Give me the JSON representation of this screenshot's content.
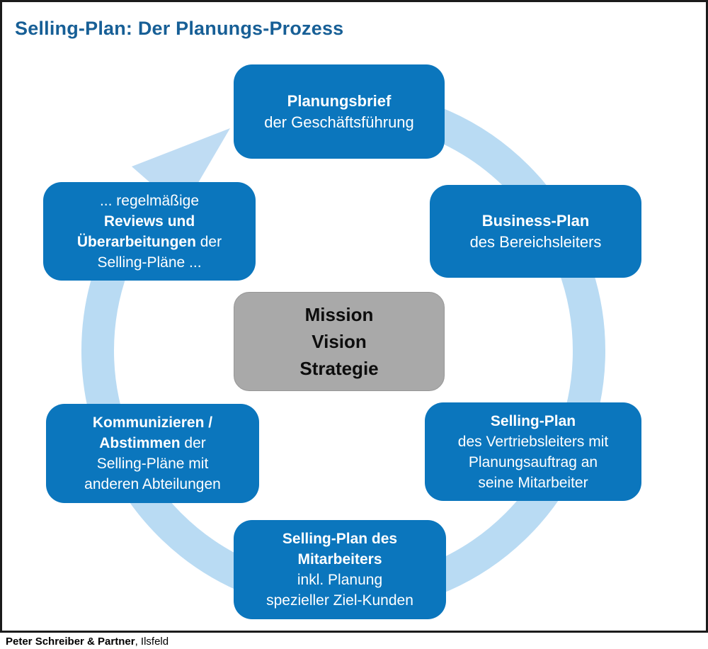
{
  "title": "Selling-Plan: Der Planungs-Prozess",
  "center_box": {
    "line1": "Mission",
    "line2": "Vision",
    "line3": "Strategie"
  },
  "boxes": {
    "planungsbrief": {
      "line1_bold": "Planungsbrief",
      "line2": "der Geschäftsführung"
    },
    "business_plan": {
      "line1_bold": "Business-Plan",
      "line2": "des Bereichsleiters"
    },
    "selling_plan_vertriebsleiter": {
      "line1_bold": "Selling-Plan",
      "line2": "des Vertriebsleiters mit",
      "line3": "Planungsauftrag an",
      "line4": "seine Mitarbeiter"
    },
    "selling_plan_mitarbeiter": {
      "line1_bold": "Selling-Plan des",
      "line2_bold": "Mitarbeiters",
      "line3": "inkl. Planung",
      "line4": "spezieller Ziel-Kunden"
    },
    "kommunizieren": {
      "line1_bold": "Kommunizieren /",
      "line2_bold": "Abstimmen",
      "line2_rest": " der",
      "line3": "Selling-Pläne mit",
      "line4": "anderen Abteilungen"
    },
    "reviews": {
      "line1": "... regelmäßige",
      "line2_bold": "Reviews und",
      "line3_bold": "Überarbeitungen",
      "line3_rest": " der",
      "line4": "Selling-Pläne ..."
    }
  },
  "footer": {
    "company": "Peter Schreiber & Partner",
    "location": ", Ilsfeld"
  },
  "colors": {
    "box_blue": "#0b76bd",
    "arc_light_blue": "#b9dbf3",
    "center_gray": "#a9a9a9",
    "title_blue": "#175f96",
    "frame_border": "#1b1b1b",
    "box_text": "#ffffff",
    "center_text": "#0d0d0d"
  }
}
